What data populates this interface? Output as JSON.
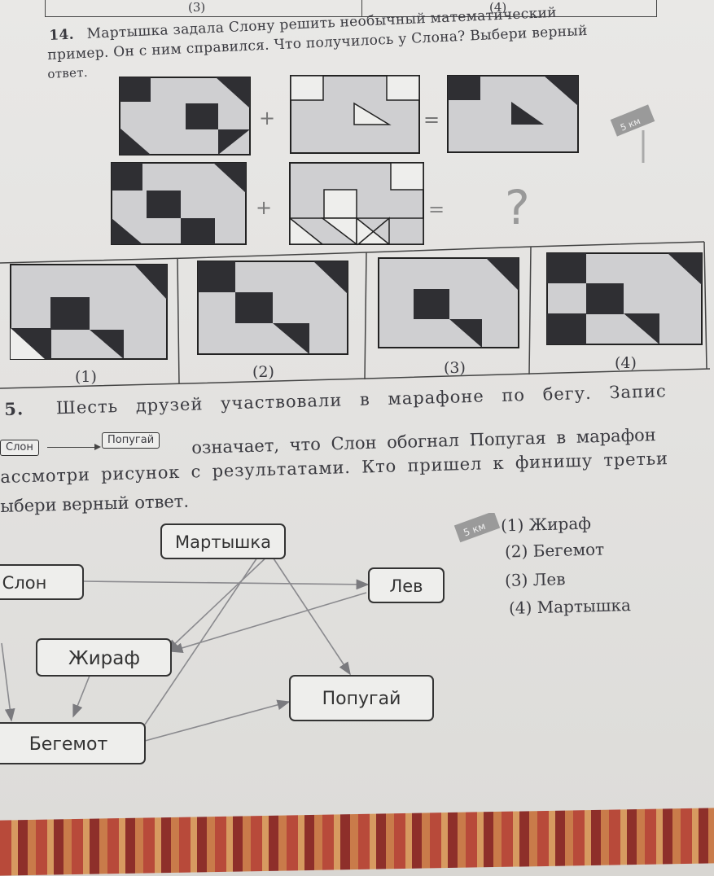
{
  "prev_task": {
    "label_left": "(3)",
    "label_right": "(4)"
  },
  "task14": {
    "number": "14.",
    "line1": "Мартышка задала Слону решить необычный математический",
    "line2": "пример. Он с ним справился. Что получилось у Слона? Выбери верный",
    "line3": "ответ.",
    "plus": "+",
    "equals": "=",
    "question_mark": "?",
    "sign_text": "5 км",
    "options": [
      "(1)",
      "(2)",
      "(3)",
      "(4)"
    ]
  },
  "task15": {
    "number": "5.",
    "line1": "Шесть друзей участвовали в марафоне по бегу. Запис",
    "example_from": "Слон",
    "example_to": "Попугай",
    "line2_rest": "означает, что Слон обогнал Попугая в марафон",
    "line3": "ассмотри рисунок с результатами. Кто пришел к финишу третьи",
    "line4": "ыбери верный ответ.",
    "sign_text": "5 км",
    "nodes": {
      "martyshka": "Мартышка",
      "slon": "Слон",
      "lev": "Лев",
      "zhiraf": "Жираф",
      "popugai": "Попугай",
      "begemot": "Бегемот"
    },
    "answers": [
      "(1) Жираф",
      "(2) Бегемот",
      "(3) Лев",
      "(4) Мартышка"
    ]
  },
  "colors": {
    "dark_tile": "#2f2f33",
    "light_tile": "#cfcfd1",
    "paper": "#e6e5e3"
  }
}
